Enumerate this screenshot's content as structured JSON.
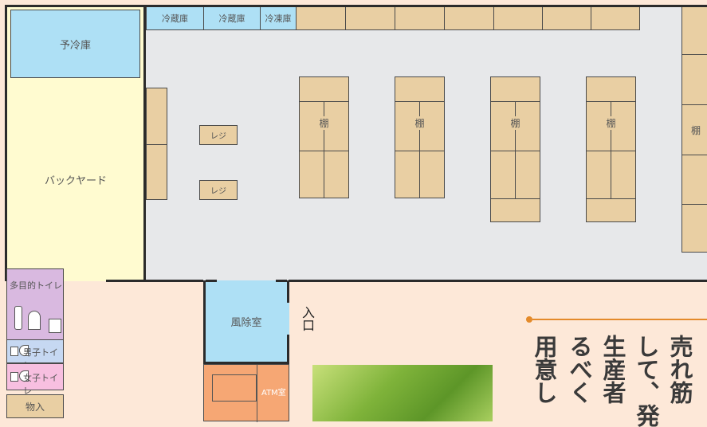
{
  "rooms": {
    "precooler": "予冷庫",
    "backyard": "バックヤード",
    "multi_toilet": "多目的トイレ",
    "male_toilet": "男子トイレ",
    "female_toilet": "女子トイレ",
    "storage": "物入",
    "vestibule": "風除室",
    "atm": "ATM室",
    "entrance": "入口"
  },
  "coolers": [
    "冷蔵庫",
    "冷蔵庫",
    "冷凍庫"
  ],
  "registers": [
    "レジ",
    "レジ"
  ],
  "shelves": [
    "棚",
    "棚",
    "棚",
    "棚",
    "棚"
  ],
  "colors": {
    "backyard": "#fffbd0",
    "cooler": "#aee0f5",
    "shelf": "#e9cfa3",
    "sales_floor": "#e7e8ea",
    "toilet_multi": "#d9b9e0",
    "toilet_male": "#c6d8f2",
    "toilet_female": "#f7bfe0",
    "atm": "#f6a774",
    "accent_line": "#e48a2a"
  },
  "text_columns": [
    "売れ筋",
    "して、発",
    "生産者",
    "るべく",
    "用意し"
  ]
}
